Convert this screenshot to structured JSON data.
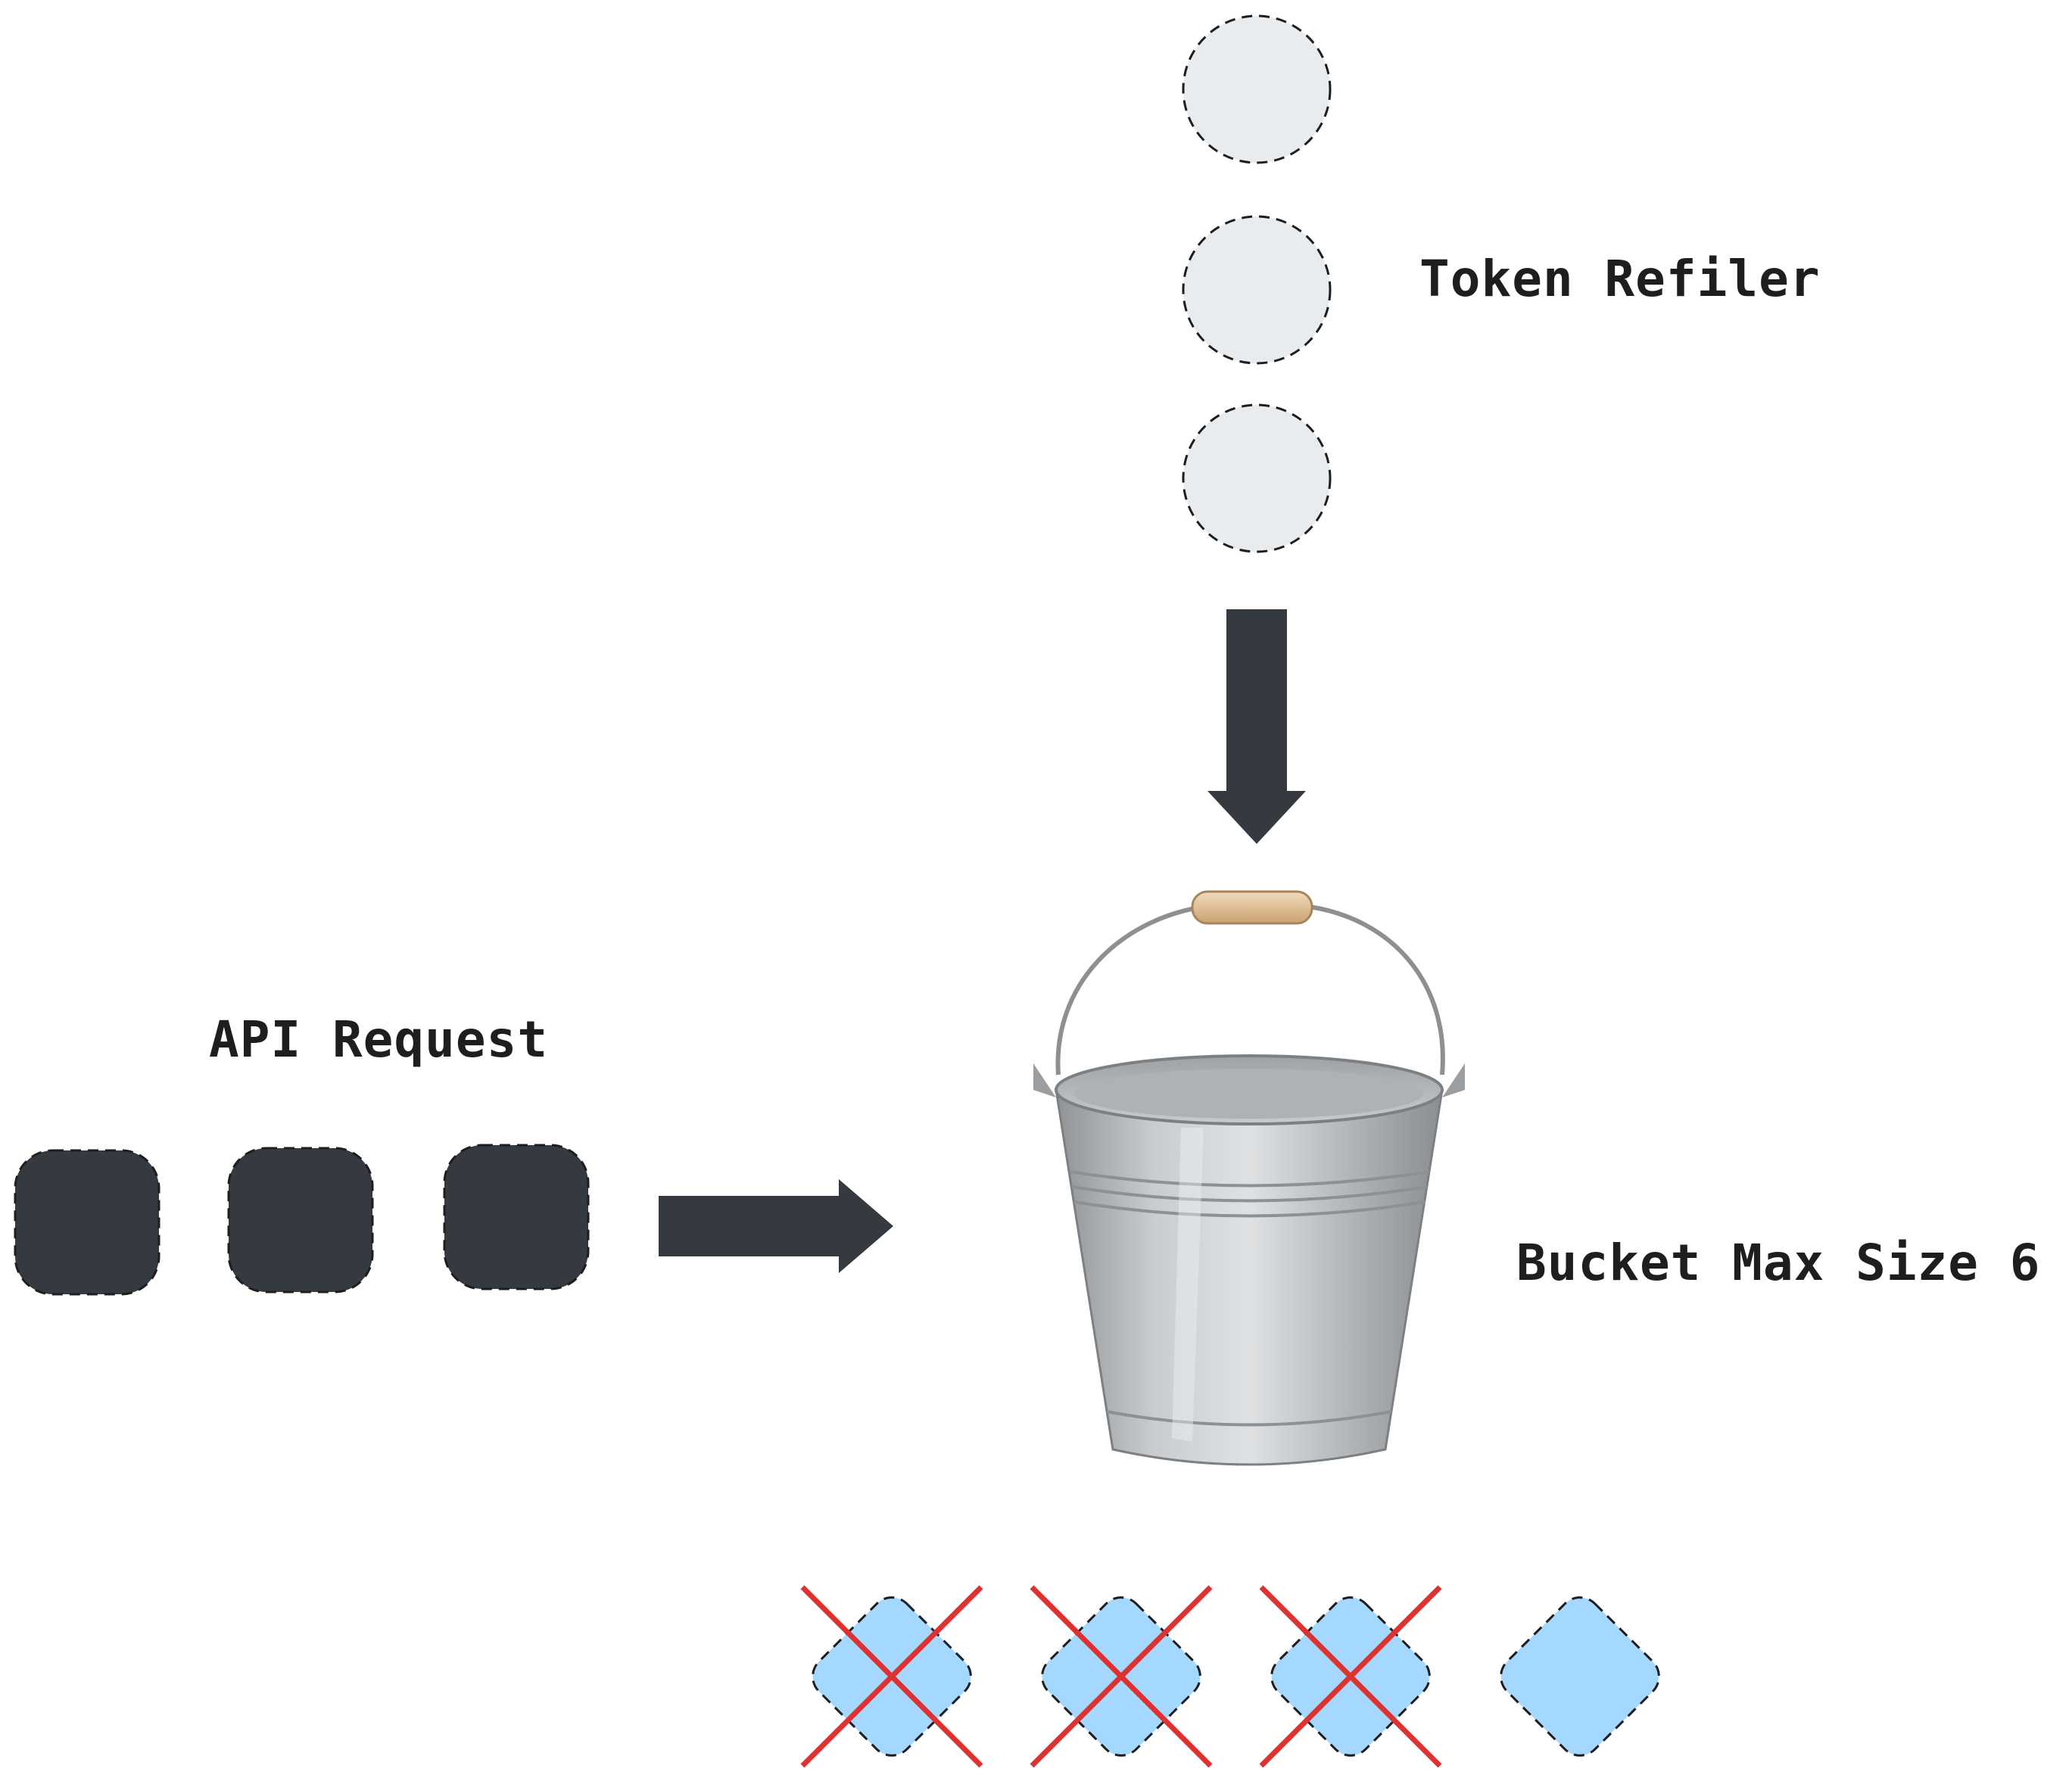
{
  "labels": {
    "token_refiller": "Token Refiler",
    "api_request": "API Request",
    "bucket_max_size": "Bucket Max Size 6"
  },
  "colors": {
    "token_fill": "#e9ecef",
    "token_stroke": "#1e1e1e",
    "request_fill": "#343a40",
    "arrow_fill": "#343a40",
    "processed_fill": "#a5d8ff",
    "cross_stroke": "#e03131",
    "bucket_metal": "#b8bcbf",
    "handle_wood": "#e3c49b"
  },
  "diagram": {
    "tokens_pending": 3,
    "api_requests": 3,
    "bucket_capacity": 6,
    "outputs": [
      {
        "id": "request-1",
        "rejected": true
      },
      {
        "id": "request-2",
        "rejected": true
      },
      {
        "id": "request-3",
        "rejected": true
      },
      {
        "id": "request-4",
        "rejected": false
      }
    ]
  }
}
